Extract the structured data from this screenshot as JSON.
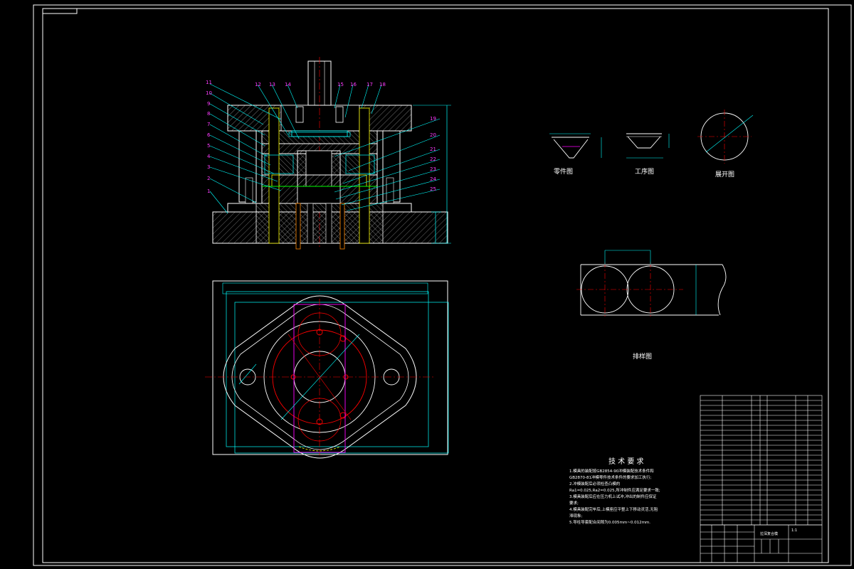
{
  "drawing": {
    "part_numbers_left": [
      "11",
      "10",
      "9",
      "8",
      "7",
      "6",
      "5",
      "4",
      "3",
      "2",
      "1"
    ],
    "part_numbers_top": [
      "12",
      "13",
      "14",
      "15",
      "16",
      "17",
      "18"
    ],
    "part_numbers_right": [
      "19",
      "20",
      "21",
      "22",
      "23",
      "24",
      "25"
    ],
    "views": {
      "part_label": "零件图",
      "process_label": "工序图",
      "blank_label": "展开图",
      "layout_label": "排样图"
    },
    "tech_requirements": {
      "title": "技 术 要 求",
      "lines": [
        "1.模具的装配按GB2854-90冲模装配技术条件和",
        "GB2870-81冲模零件技术条件的要求加工执行;",
        "2.冲模装配后必须检查凸模的",
        "Ra1=0.025,Ra2=0.025,所冲制件应满足要求一致;",
        "3.模具装配后应在压力机上试冲,冲出的制件应保证",
        "要求;",
        "4.模具装配完毕后,上模座应平整上下移动灵活,无阻",
        "滞现象;",
        "5.导柱导套配合间隙为0.005mm~0.012mm."
      ]
    },
    "title_block": {
      "drawing_name": "拉深复合模",
      "scale": "1:1"
    }
  }
}
